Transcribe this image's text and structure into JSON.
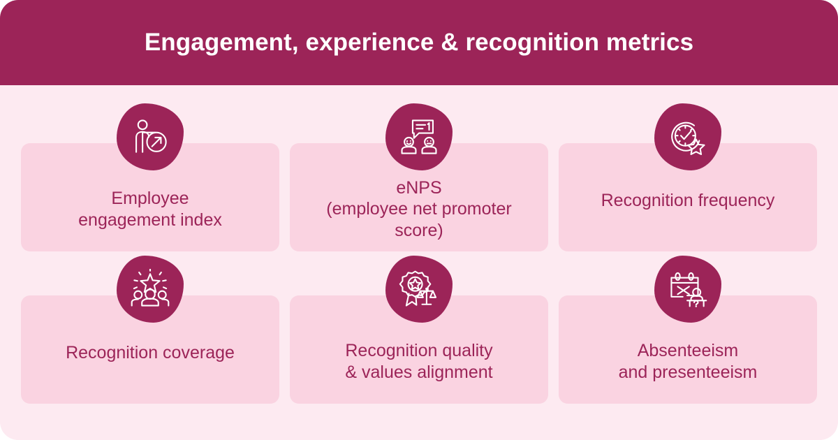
{
  "poster": {
    "title": "Engagement, experience & recognition metrics",
    "colors": {
      "header_bg": "#9c2458",
      "page_bg": "#fdeaf1",
      "card_bg": "#fad3e1",
      "badge_bg": "#9c2458",
      "title_text": "#ffffff",
      "card_text": "#9c2458"
    }
  },
  "cards": [
    {
      "label": "Employee\nengagement index",
      "lines": 2,
      "icon": "employee-growth-icon"
    },
    {
      "label": "eNPS\n(employee net promoter score)",
      "lines": 2,
      "icon": "survey-feedback-icon"
    },
    {
      "label": "Recognition frequency",
      "lines": 1,
      "icon": "clock-check-star-icon"
    },
    {
      "label": "Recognition coverage",
      "lines": 1,
      "icon": "team-star-icon"
    },
    {
      "label": "Recognition quality\n& values alignment",
      "lines": 2,
      "icon": "award-scales-icon"
    },
    {
      "label": "Absenteeism\nand presenteeism",
      "lines": 2,
      "icon": "calendar-absence-icon"
    }
  ]
}
